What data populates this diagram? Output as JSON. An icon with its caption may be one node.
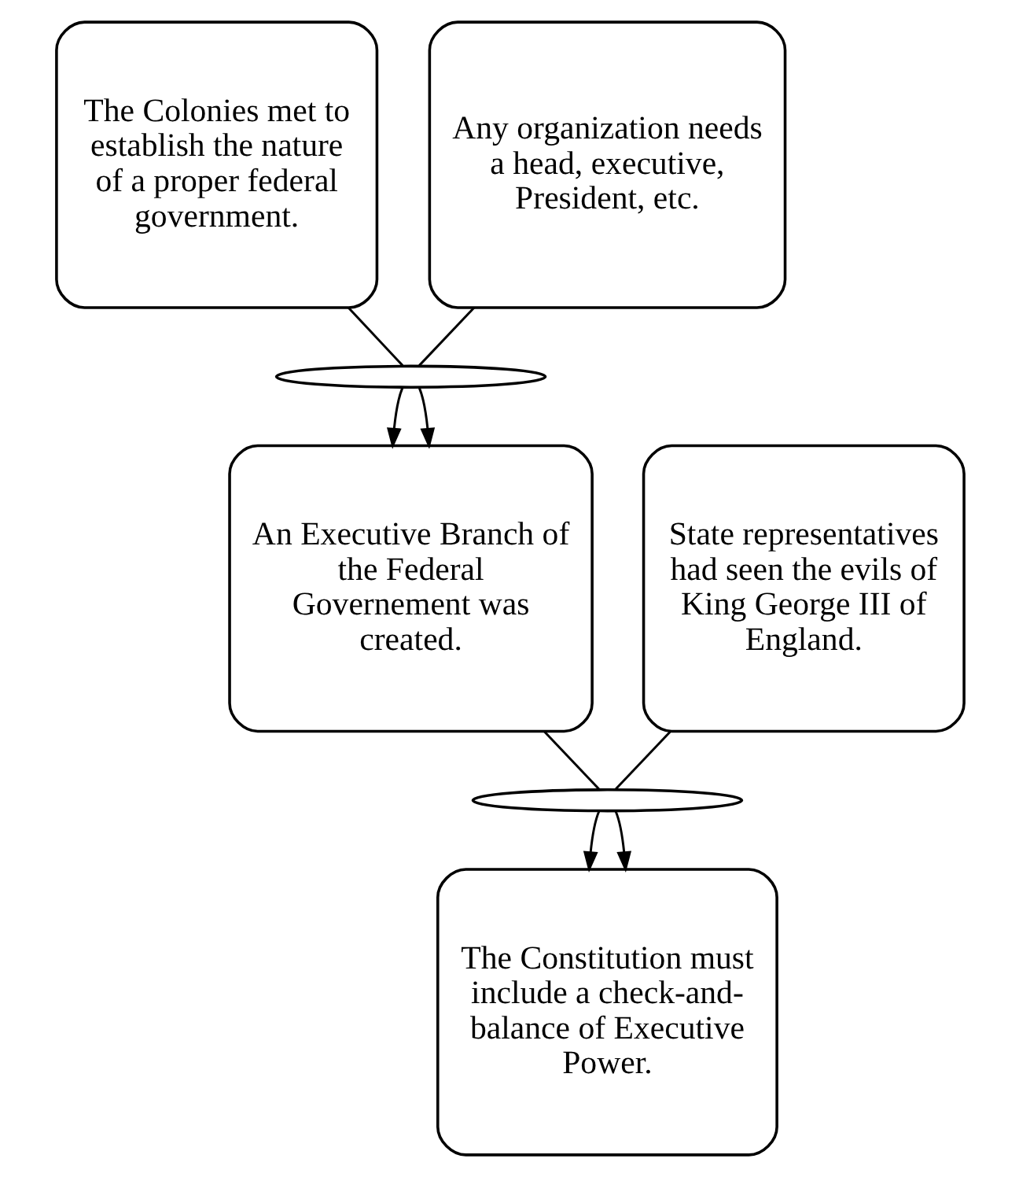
{
  "diagram": {
    "nodes": [
      {
        "text": [
          "The Colonies met to establish the nature of a proper federal government."
        ]
      },
      {
        "text": [
          "Any organization needs a head, executive, President, etc."
        ]
      },
      {
        "text": [],
        "shape": "ellipse"
      },
      {
        "text": [
          "An Executive Branch of the Federal Governement was created."
        ]
      },
      {
        "text": [
          "State representatives had seen the evils of King George III of England."
        ]
      },
      {
        "text": [],
        "shape": "ellipse"
      },
      {
        "text": [
          "The Constitution must include a check-and-balance of Executive Power."
        ]
      }
    ],
    "edges": [
      {
        "from": 0,
        "to": 2,
        "arrow": "none"
      },
      {
        "from": 1,
        "to": 2,
        "arrow": "none"
      },
      {
        "from": 2,
        "to": 3,
        "arrow": "to"
      },
      {
        "from": 2,
        "to": 3,
        "arrow": "to"
      },
      {
        "from": 3,
        "to": 5,
        "arrow": "none"
      },
      {
        "from": 4,
        "to": 5,
        "arrow": "none"
      },
      {
        "from": 5,
        "to": 6,
        "arrow": "to"
      },
      {
        "from": 5,
        "to": 6,
        "arrow": "to"
      }
    ]
  }
}
